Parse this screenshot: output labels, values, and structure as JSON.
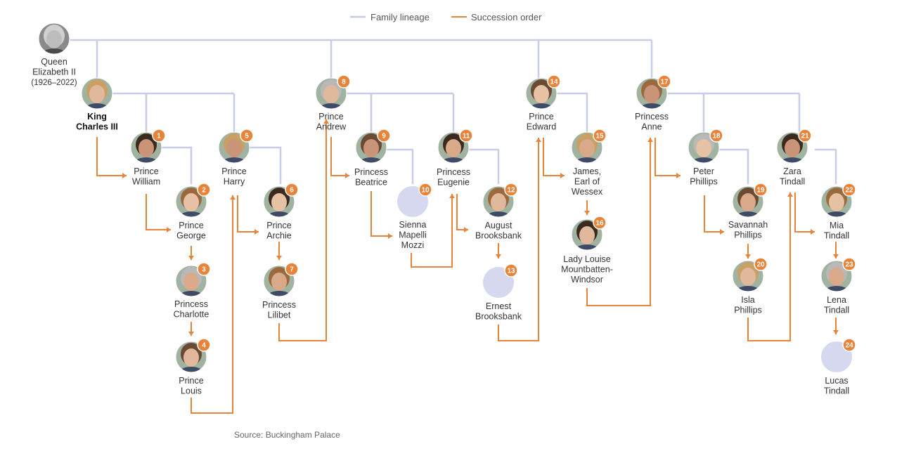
{
  "legend": {
    "lineage_label": "Family lineage",
    "succession_label": "Succession order",
    "lineage_color": "#c8cce6",
    "succession_color": "#e8833a"
  },
  "source": "Source: Buckingham Palace",
  "people": [
    {
      "id": "queen",
      "lines": [
        "Queen",
        "Elizabeth II",
        "(1926–2022)"
      ],
      "rank": null,
      "photo": "grayscale"
    },
    {
      "id": "charles",
      "lines": [
        "King",
        "Charles III"
      ],
      "rank": null,
      "bold": true,
      "photo": "color"
    },
    {
      "id": "william",
      "lines": [
        "Prince",
        "William"
      ],
      "rank": "1",
      "photo": "color"
    },
    {
      "id": "george",
      "lines": [
        "Prince",
        "George"
      ],
      "rank": "2",
      "photo": "color"
    },
    {
      "id": "charlotte",
      "lines": [
        "Princess",
        "Charlotte"
      ],
      "rank": "3",
      "photo": "color"
    },
    {
      "id": "louis",
      "lines": [
        "Prince",
        "Louis"
      ],
      "rank": "4",
      "photo": "color"
    },
    {
      "id": "harry",
      "lines": [
        "Prince",
        "Harry"
      ],
      "rank": "5",
      "photo": "color"
    },
    {
      "id": "archie",
      "lines": [
        "Prince",
        "Archie"
      ],
      "rank": "6",
      "photo": "color"
    },
    {
      "id": "lilibet",
      "lines": [
        "Princess",
        "Lilibet"
      ],
      "rank": "7",
      "photo": "color"
    },
    {
      "id": "andrew",
      "lines": [
        "Prince",
        "Andrew"
      ],
      "rank": "8",
      "photo": "color"
    },
    {
      "id": "beatrice",
      "lines": [
        "Princess",
        "Beatrice"
      ],
      "rank": "9",
      "photo": "color"
    },
    {
      "id": "sienna",
      "lines": [
        "Sienna",
        "Mapelli",
        "Mozzi"
      ],
      "rank": "10",
      "photo": "placeholder"
    },
    {
      "id": "eugenie",
      "lines": [
        "Princess",
        "Eugenie"
      ],
      "rank": "11",
      "photo": "color"
    },
    {
      "id": "august",
      "lines": [
        "August",
        "Brooksbank"
      ],
      "rank": "12",
      "photo": "color"
    },
    {
      "id": "ernest",
      "lines": [
        "Ernest",
        "Brooksbank"
      ],
      "rank": "13",
      "photo": "placeholder"
    },
    {
      "id": "edward",
      "lines": [
        "Prince",
        "Edward"
      ],
      "rank": "14",
      "photo": "color"
    },
    {
      "id": "james",
      "lines": [
        "James,",
        "Earl of",
        "Wessex"
      ],
      "rank": "15",
      "photo": "color"
    },
    {
      "id": "louise",
      "lines": [
        "Lady Louise",
        "Mountbatten-",
        "Windsor"
      ],
      "rank": "16",
      "photo": "color"
    },
    {
      "id": "anne",
      "lines": [
        "Princess",
        "Anne"
      ],
      "rank": "17",
      "photo": "color"
    },
    {
      "id": "peter",
      "lines": [
        "Peter",
        "Phillips"
      ],
      "rank": "18",
      "photo": "color"
    },
    {
      "id": "savannah",
      "lines": [
        "Savannah",
        "Phillips"
      ],
      "rank": "19",
      "photo": "color"
    },
    {
      "id": "isla",
      "lines": [
        "Isla",
        "Phillips"
      ],
      "rank": "20",
      "photo": "color"
    },
    {
      "id": "zara",
      "lines": [
        "Zara",
        "Tindall"
      ],
      "rank": "21",
      "photo": "color"
    },
    {
      "id": "mia",
      "lines": [
        "Mia",
        "Tindall"
      ],
      "rank": "22",
      "photo": "color"
    },
    {
      "id": "lena",
      "lines": [
        "Lena",
        "Tindall"
      ],
      "rank": "23",
      "photo": "color"
    },
    {
      "id": "lucas",
      "lines": [
        "Lucas",
        "Tindall"
      ],
      "rank": "24",
      "photo": "placeholder"
    }
  ]
}
